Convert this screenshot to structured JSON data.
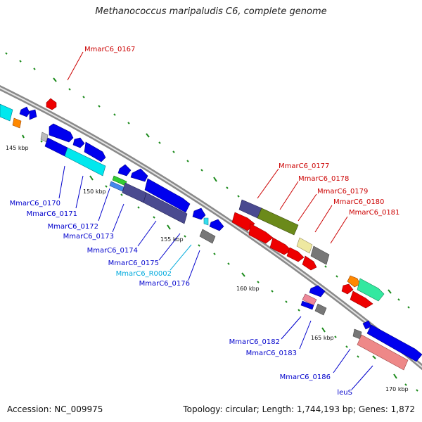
{
  "title": "Methanococcus maripaludis C6, complete genome",
  "accession": "Accession: NC_009975",
  "summary": "Topology: circular; Length: 1,744,193 bp; Genes: 1,872",
  "colors": {
    "backbone": "#8a8a8a",
    "tick": "#1a8a1a",
    "label_forward": "#cc0000",
    "label_reverse": "#0000cc",
    "label_rna": "#00aadd"
  },
  "scale_labels": [
    "145 kbp",
    "150 kbp",
    "155 kbp",
    "160 kbp",
    "165 kbp",
    "170 kbp"
  ],
  "gene_labels": {
    "mmarc6_0167": "MmarC6_0167",
    "mmarc6_0170": "MmarC6_0170",
    "mmarc6_0171": "MmarC6_0171",
    "mmarc6_0172": "MmarC6_0172",
    "mmarc6_0173": "MmarC6_0173",
    "mmarc6_0174": "MmarC6_0174",
    "mmarc6_0175": "MmarC6_0175",
    "mmarc6_r0002": "MmarC6_R0002",
    "mmarc6_0176": "MmarC6_0176",
    "mmarc6_0177": "MmarC6_0177",
    "mmarc6_0178": "MmarC6_0178",
    "mmarc6_0179": "MmarC6_0179",
    "mmarc6_0180": "MmarC6_0180",
    "mmarc6_0181": "MmarC6_0181",
    "mmarc6_0182": "MmarC6_0182",
    "mmarc6_0183": "MmarC6_0183",
    "mmarc6_0186": "MmarC6_0186",
    "leus": "leuS"
  }
}
